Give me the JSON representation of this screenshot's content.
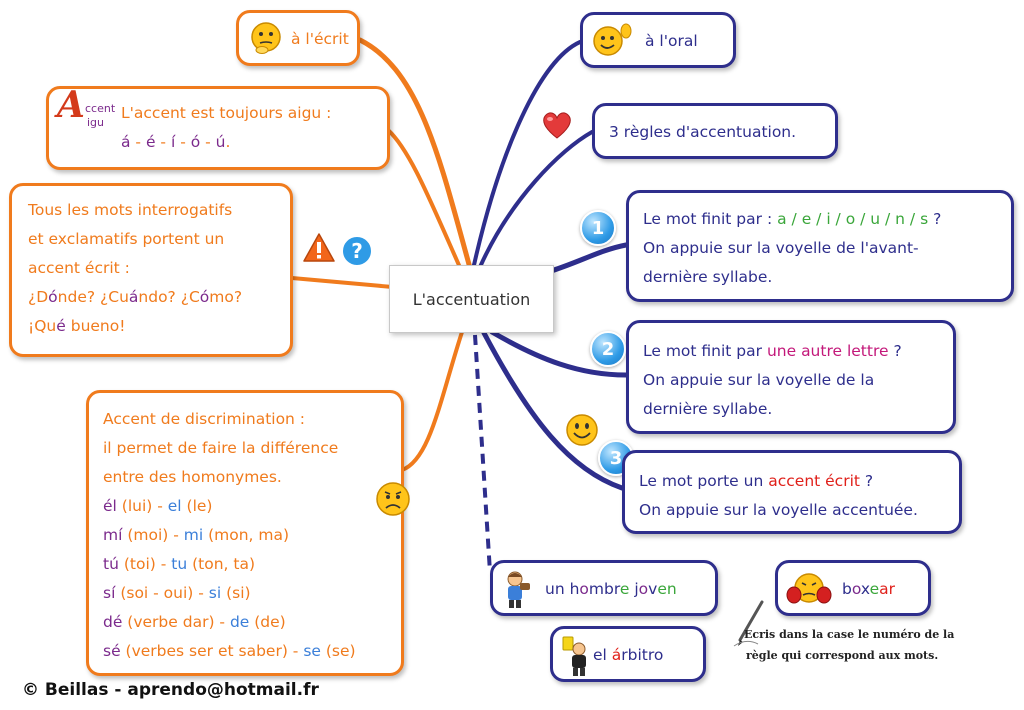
{
  "center": "L'accentuation",
  "colors": {
    "orange": "#f07b1d",
    "navy": "#2e2e8c",
    "purple": "#7b2a8c",
    "green": "#3aa63a",
    "blue": "#3b7fd9",
    "red": "#e0201a",
    "magenta": "#c3187a"
  },
  "ecrit": {
    "label": "à l'écrit"
  },
  "aigu": {
    "logo": {
      "a": "A",
      "ccent": "ccent",
      "igu": "igu"
    },
    "line1": "L'accent est toujours aigu :",
    "vowels": [
      "á",
      "é",
      "í",
      "ó",
      "ú"
    ],
    "sep": " - ",
    "end": "."
  },
  "interrog": {
    "line1": "Tous les mots interrogatifs",
    "line2": "et exclamatifs portent un",
    "line3": "accent écrit :",
    "words": [
      {
        "pre": "¿D",
        "acc": "ó",
        "post": "nde?"
      },
      {
        "pre": "¿Cu",
        "acc": "á",
        "post": "ndo?"
      },
      {
        "pre": "¿C",
        "acc": "ó",
        "post": "mo?"
      }
    ],
    "last": {
      "pre": "¡Qu",
      "acc": "é",
      "post": " bueno!"
    }
  },
  "discrim": {
    "line1": "Accent de discrimination :",
    "line2": "il permet de faire la différence",
    "line3": "entre des homonymes.",
    "pairs": [
      {
        "a": "él",
        "ga": " (lui) - ",
        "b": "el",
        "gb": " (le)"
      },
      {
        "a": "mí",
        "ga": " (moi) - ",
        "b": "mi",
        "gb": " (mon, ma)"
      },
      {
        "a": "tú",
        "ga": " (toi) - ",
        "b": "tu",
        "gb": " (ton, ta)"
      },
      {
        "a": "sí",
        "ga": " (soi - oui) - ",
        "b": "si",
        "gb": " (si)"
      },
      {
        "a": "dé",
        "ga": " (verbe dar) - ",
        "b": "de",
        "gb": " (de)"
      },
      {
        "a": "sé",
        "ga": " (verbes ser et saber) - ",
        "b": "se",
        "gb": " (se)"
      }
    ]
  },
  "oral": {
    "label": "à l'oral"
  },
  "regles": {
    "label": "3 règles d'accentuation."
  },
  "rule1": {
    "num": "1",
    "pre": "Le mot finit par : ",
    "letters": [
      "a",
      "e",
      "i",
      "o",
      "u",
      "n",
      "s"
    ],
    "sep": " / ",
    "q": " ?",
    "line2": "On appuie sur la voyelle de l'avant-",
    "line3": "dernière syllabe."
  },
  "rule2": {
    "num": "2",
    "pre": "Le mot finit par ",
    "hl": "une autre lettre",
    "q": " ?",
    "line2": "On appuie sur la voyelle de la",
    "line3": "dernière syllabe."
  },
  "rule3": {
    "num": "3",
    "pre": "Le mot porte un ",
    "hl": "accent écrit",
    "q": " ?",
    "line2": "On appuie sur la voyelle accentuée."
  },
  "ex1": {
    "parts": [
      [
        "un ",
        "navy"
      ],
      [
        "h",
        "navy"
      ],
      [
        "o",
        "purple"
      ],
      [
        "mbr",
        "navy"
      ],
      [
        "e",
        "green"
      ],
      [
        " j",
        "navy"
      ],
      [
        "o",
        "purple"
      ],
      [
        "v",
        "navy"
      ],
      [
        "e",
        "green"
      ],
      [
        "n",
        "green"
      ]
    ]
  },
  "ex2": {
    "parts": [
      [
        "b",
        "navy"
      ],
      [
        "o",
        "purple"
      ],
      [
        "x",
        "navy"
      ],
      [
        "e",
        "green"
      ],
      [
        "ar",
        "red"
      ]
    ]
  },
  "ex3": {
    "parts": [
      [
        "el ",
        "navy"
      ],
      [
        "á",
        "red"
      ],
      [
        "rbitr",
        "navy"
      ],
      [
        "o",
        "navy"
      ]
    ]
  },
  "note": {
    "line1": "Ecris dans la case le numéro de la",
    "line2": "règle qui correspond aux mots."
  },
  "footer": "© Beillas - aprendo@hotmail.fr"
}
